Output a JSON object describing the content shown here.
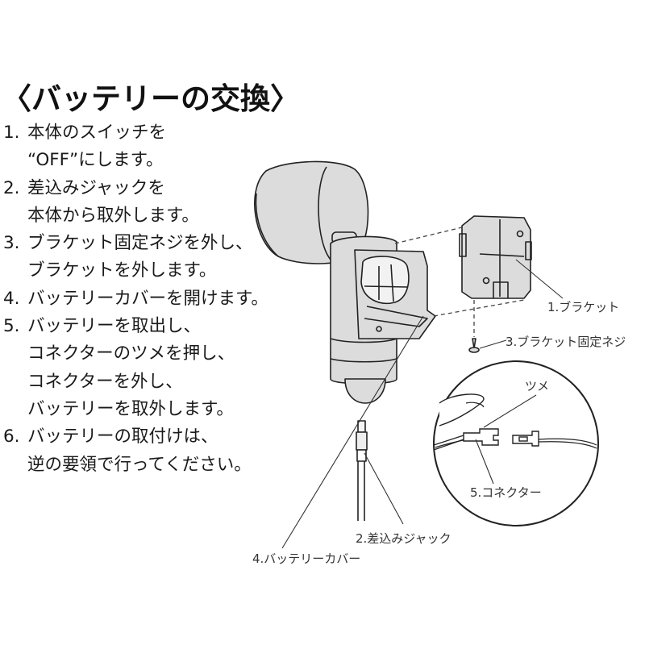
{
  "title": "〈バッテリーの交換〉",
  "steps": [
    {
      "number": "1.",
      "lines": [
        "本体のスイッチを",
        "“OFF”にします。"
      ]
    },
    {
      "number": "2.",
      "lines": [
        "差込みジャックを",
        "本体から取外します。"
      ]
    },
    {
      "number": "3.",
      "lines": [
        "ブラケット固定ネジを外し、",
        "ブラケットを外します。"
      ]
    },
    {
      "number": "4.",
      "lines": [
        "バッテリーカバーを開けます。"
      ]
    },
    {
      "number": "5.",
      "lines": [
        "バッテリーを取出し、",
        "コネクターのツメを押し、",
        "コネクターを外し、",
        "バッテリーを取外します。"
      ]
    },
    {
      "number": "6.",
      "lines": [
        "バッテリーの取付けは、",
        "逆の要領で行ってください。"
      ]
    }
  ],
  "diagram": {
    "labels": {
      "bracket": "1.ブラケット",
      "jack": "2.差込みジャック",
      "screw": "3.ブラケット固定ネジ",
      "battery_cover": "4.バッテリーカバー",
      "connector": "5.コネクター",
      "claw": "ツメ"
    },
    "colors": {
      "fill": "#dcdcdc",
      "stroke": "#222222",
      "background": "#ffffff"
    }
  }
}
